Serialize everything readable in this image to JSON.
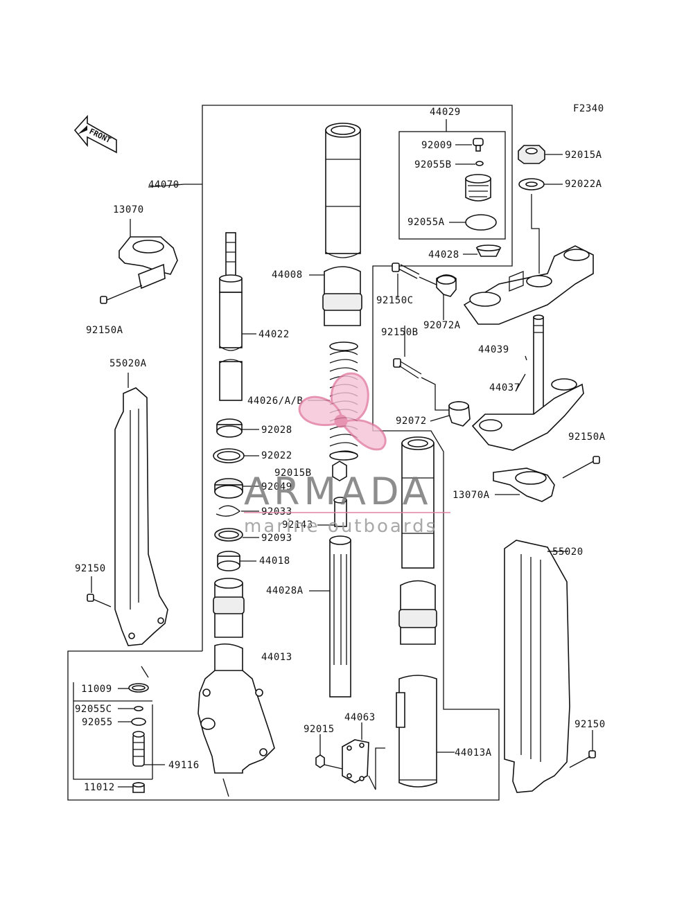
{
  "figure_code": "F2340",
  "front_label": "FRONT",
  "watermark": {
    "brand": "ARMADA",
    "tagline": "marine outboards",
    "logo_color": "#e07aa0"
  },
  "labels": {
    "p44029": "44029",
    "p92009": "92009",
    "p92055B": "92055B",
    "p92055A": "92055A",
    "p44028": "44028",
    "p92015A": "92015A",
    "p92022A": "92022A",
    "p44070": "44070",
    "p13070": "13070",
    "p92150A_left": "92150A",
    "p44008": "44008",
    "p92150C": "92150C",
    "p92072A": "92072A",
    "p44022": "44022",
    "p92150B": "92150B",
    "p44039": "44039",
    "p55020A": "55020A",
    "p44026": "44026/A/B",
    "p44037": "44037",
    "p92028": "92028",
    "p92072": "92072",
    "p92150A_right": "92150A",
    "p92022": "92022",
    "p92015B": "92015B",
    "p13070A": "13070A",
    "p92049": "92049",
    "p92033": "92033",
    "p92143": "92143",
    "p92093": "92093",
    "p55020": "55020",
    "p44018": "44018",
    "p92150_left": "92150",
    "p44028A": "44028A",
    "p44013": "44013",
    "p11009": "11009",
    "p44063": "44063",
    "p92015": "92015",
    "p92055C": "92055C",
    "p92055": "92055",
    "p92150_right": "92150",
    "p44013A": "44013A",
    "p49116": "49116",
    "p11012": "11012"
  }
}
